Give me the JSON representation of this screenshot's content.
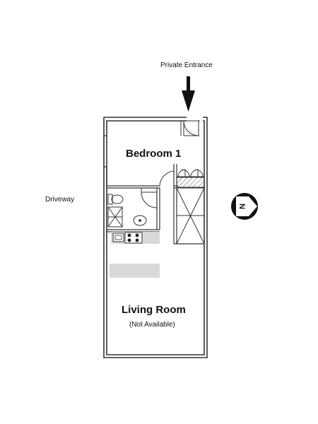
{
  "labels": {
    "entrance": "Private Entrance",
    "driveway": "Driveway",
    "bedroom": "Bedroom 1",
    "living_room": "Living Room",
    "living_room_note": "(Not Available)"
  },
  "compass": {
    "letter": "N"
  },
  "colors": {
    "wall": "#333333",
    "counter": "#d9d9d9",
    "paper": "#ffffff"
  }
}
